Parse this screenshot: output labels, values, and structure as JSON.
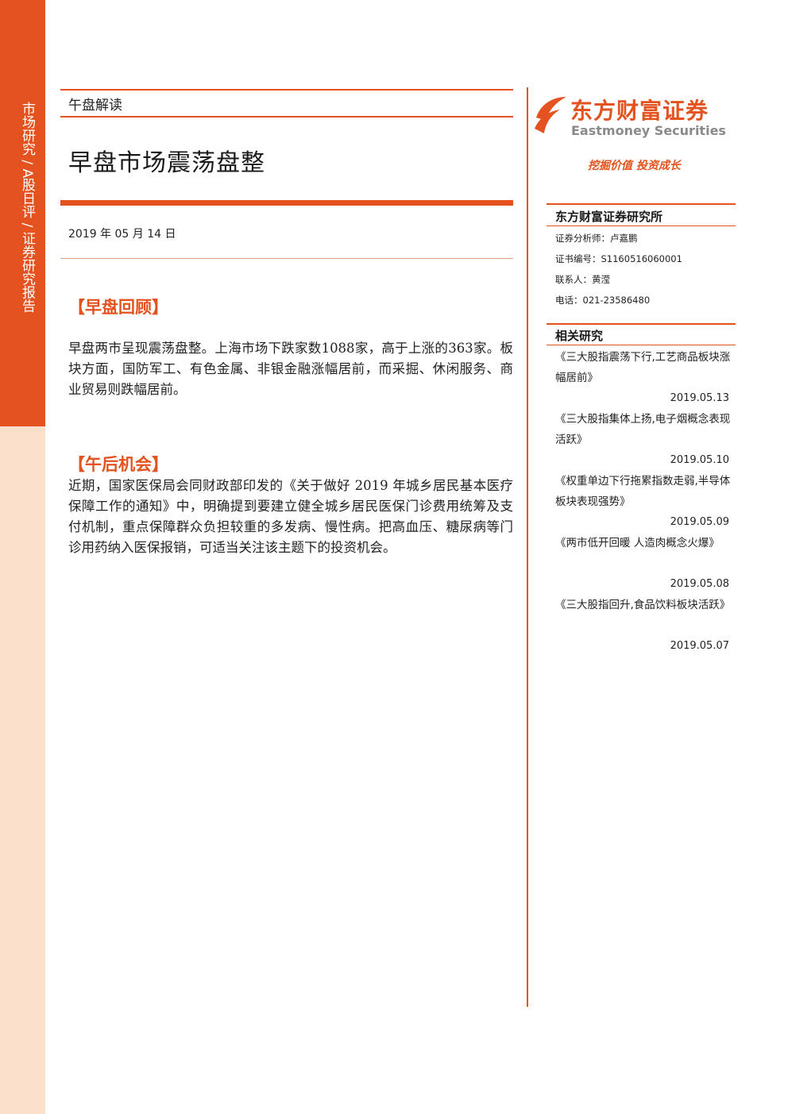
{
  "sidebar": {
    "vertical_text": "市场研究 / A股日评 / 证券研究报告"
  },
  "header": {
    "section_label": "午盘解读",
    "title": "早盘市场震荡盘整",
    "date": "2019 年 05 月 14 日"
  },
  "logo": {
    "name_cn": "东方财富证券",
    "name_en": "Eastmoney Securities",
    "slogan": "挖掘价值 投资成长"
  },
  "analyst": {
    "institute": "东方财富证券研究所",
    "analyst_line": "证券分析师：卢嘉鹏",
    "cert_line": "证书编号：S1160516060001",
    "contact_line": "联系人：黄滢",
    "phone_line": "电话：021-23586480"
  },
  "related": {
    "heading": "相关研究",
    "items": [
      {
        "title": "《三大股指震荡下行,工艺商品板块涨幅居前》",
        "date": "2019.05.13"
      },
      {
        "title": "《三大股指集体上扬,电子烟概念表现活跃》",
        "date": "2019.05.10"
      },
      {
        "title": "《权重单边下行拖累指数走弱,半导体板块表现强势》",
        "date": "2019.05.09"
      },
      {
        "title": "《两市低开回暖 人造肉概念火爆》",
        "date": "2019.05.08"
      },
      {
        "title": "《三大股指回升,食品饮料板块活跃》",
        "date": "2019.05.07"
      }
    ]
  },
  "sections": [
    {
      "heading": "【早盘回顾】",
      "body": "早盘两市呈现震荡盘整。上海市场下跌家数1088家，高于上涨的363家。板块方面，国防军工、有色金属、非银金融涨幅居前，而采掘、休闲服务、商业贸易则跌幅居前。"
    },
    {
      "heading": "【午后机会】",
      "body": "近期，国家医保局会同财政部印发的《关于做好 2019 年城乡居民基本医疗保障工作的通知》中，明确提到要建立健全城乡居民医保门诊费用统筹及支付机制，重点保障群众负担较重的多发病、慢性病。把高血压、糖尿病等门诊用药纳入医保报销，可适当关注该主题下的投资机会。"
    }
  ],
  "colors": {
    "accent": "#e4531f",
    "sidebar_light": "#fbe0cc"
  }
}
